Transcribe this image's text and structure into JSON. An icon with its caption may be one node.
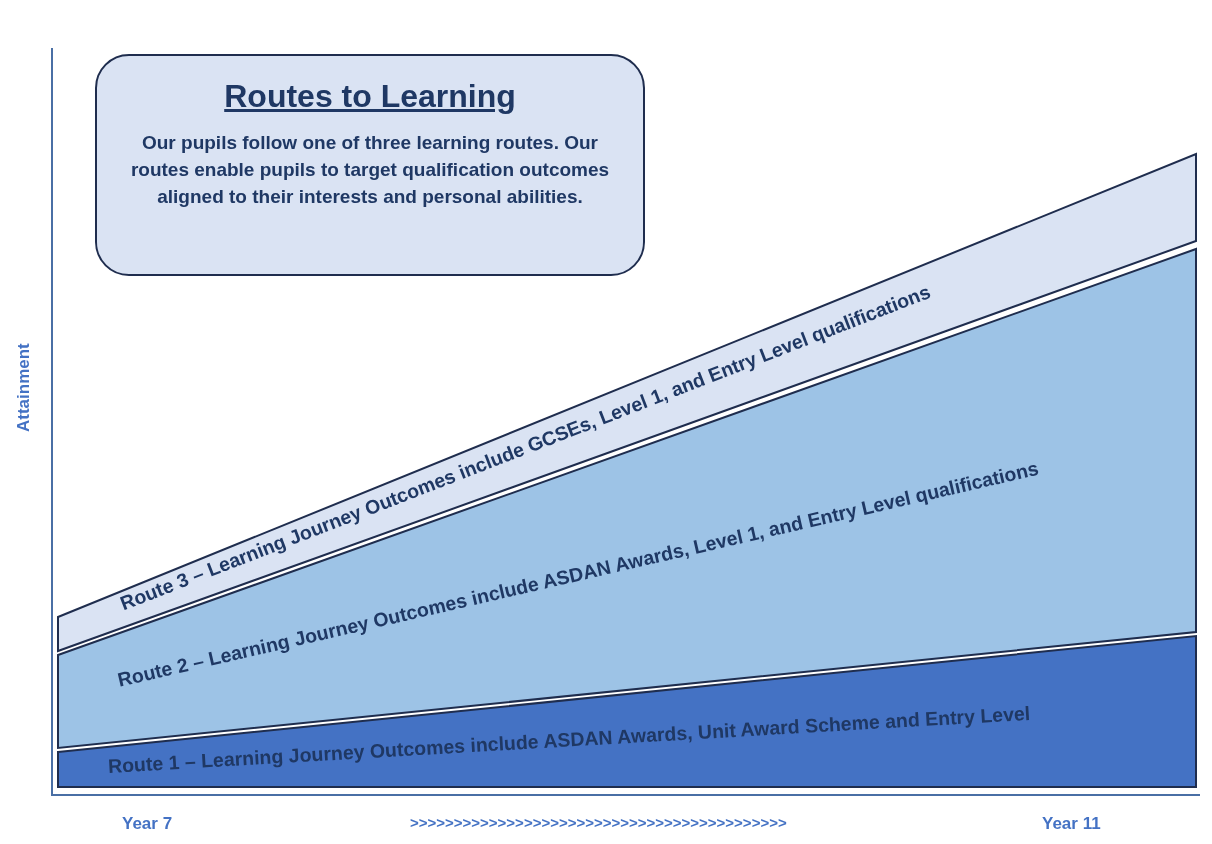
{
  "diagram": {
    "nodes": [
      {
        "text": [
          "Routes to Learning",
          "Our pupils follow one of three learning routes. Our routes enable pupils to target qualification outcomes aligned to their interests and personal abilities."
        ]
      },
      {
        "text": [
          "Route 3 – Learning Journey Outcomes include GCSEs, Level 1, and Entry Level qualifications"
        ]
      },
      {
        "text": [
          "Route 2 – Learning Journey Outcomes include ASDAN Awards, Level 1, and Entry Level qualifications"
        ]
      },
      {
        "text": [
          "Route 1 – Learning Journey Outcomes include ASDAN Awards, Unit Award Scheme and Entry Level"
        ]
      }
    ],
    "labels": [
      "Attainment",
      "Year 7",
      ">>>>>>>>>>>>>>>>>>>>>>>>>>>>>>>>>>>>>>>>>>>",
      "Year 11"
    ]
  }
}
